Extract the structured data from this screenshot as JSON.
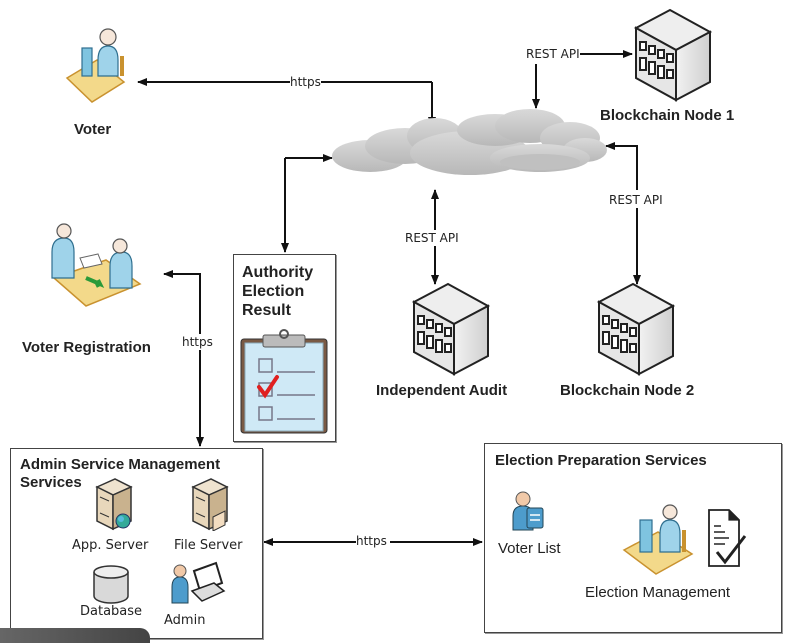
{
  "nodes": {
    "voter": "Voter",
    "voter_registration": "Voter Registration",
    "authority": {
      "line1": "Authority",
      "line2": "Election",
      "line3": "Result"
    },
    "blockchain_node_1": "Blockchain Node 1",
    "blockchain_node_2": "Blockchain Node 2",
    "independent_audit": "Independent Audit"
  },
  "connections": {
    "voter_cloud": "https",
    "node1_cloud": "REST API",
    "audit_cloud": "REST API",
    "node2_cloud": "REST API",
    "registration_admin": "https",
    "admin_election": "https"
  },
  "admin_box": {
    "title_line1": "Admin Service Management",
    "title_line2": "Services",
    "items": {
      "app_server": "App. Server",
      "file_server": "File Server",
      "database": "Database",
      "admin": "Admin"
    }
  },
  "election_box": {
    "title": "Election Preparation Services",
    "items": {
      "voter_list": "Voter List",
      "election_management": "Election Management"
    }
  },
  "colors": {
    "line": "#111111",
    "cloud": "#c8c8c8",
    "person": "#7fc4e0",
    "desk": "#f3d98a",
    "check": "#e02020"
  }
}
